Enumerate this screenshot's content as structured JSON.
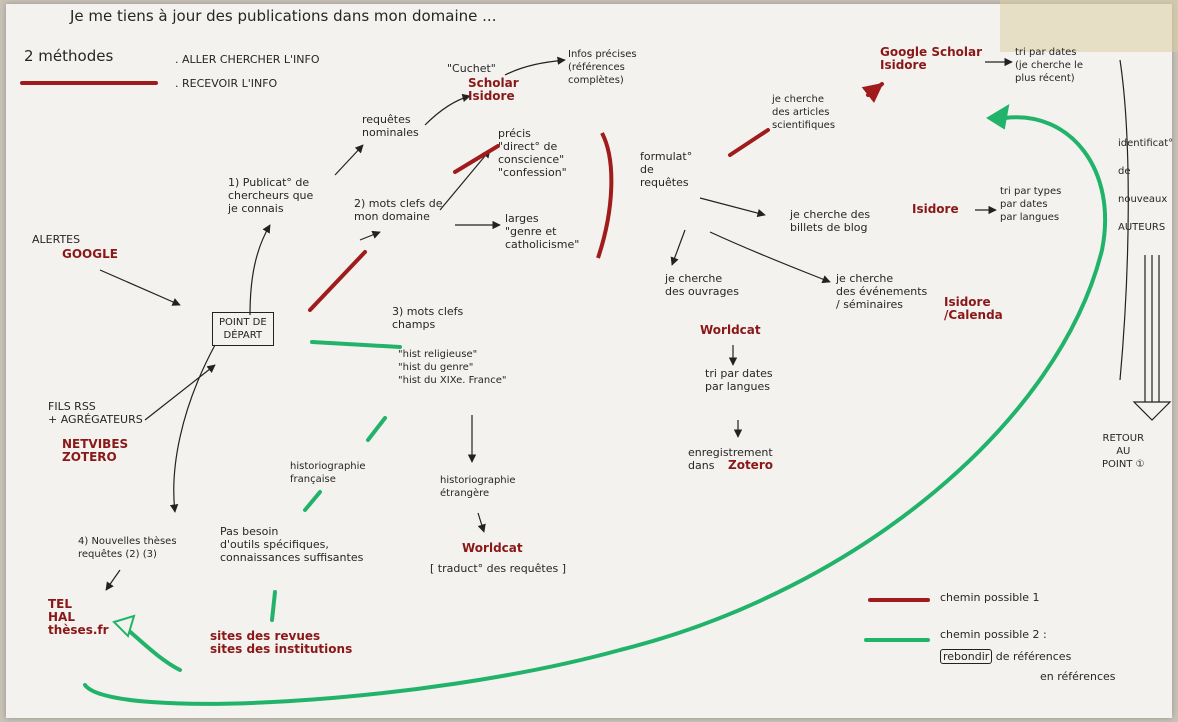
{
  "colors": {
    "red": "#a01c1c",
    "green": "#22b36a",
    "ink": "#222222",
    "paper": "#f4f2ee"
  },
  "title": "Je me tiens à jour des publications dans mon domaine ...",
  "methods": {
    "label": "2 méthodes",
    "items": [
      ". ALLER CHERCHER L'INFO",
      ". RECEVOIR L'INFO"
    ]
  },
  "nodes": {
    "start": "POINT DE\nDÉPART",
    "alertes_label": "ALERTES",
    "alertes_tool": "GOOGLE",
    "rss_label": "FILS RSS\n+ AGRÉGATEURS",
    "rss_tools": "NETVIBES\nZOTERO",
    "publi": "1) Publicat° de\nchercheurs que\nje connais",
    "req_nominales": "requêtes\nnominales",
    "cuchet": "\"Cuchet\"",
    "scholar_isidore": "Scholar\nIsidore",
    "infos_precises": "Infos précises\n(références\ncomplètes)",
    "motsclefs_domaine": "2) mots clefs de\nmon domaine",
    "precis": "précis\n\"direct° de\nconscience\"\n\"confession\"",
    "larges": "larges\n\"genre et\ncatholicisme\"",
    "formulation": "formulat°\nde\nrequêtes",
    "articles": "je cherche\ndes articles\nscientifiques",
    "google_scholar_isidore": "Google Scholar\nIsidore",
    "tri_dates": "tri par dates\n(je cherche le\nplus récent)",
    "billets": "je cherche des\nbillets de blog",
    "isidore": "Isidore",
    "tri_types": "tri par types\npar dates\npar langues",
    "ouvrages": "je cherche\ndes ouvrages",
    "worldcat_1": "Worldcat",
    "tri_dates_langues": "tri par dates\npar langues",
    "enregistrement": "enregistrement\ndans",
    "zotero": "Zotero",
    "evenements": "je cherche\ndes événements\n/ séminaires",
    "isidore_calenda": "Isidore\n/Calenda",
    "champs": "3) mots clefs\nchamps",
    "champs_list": "\"hist religieuse\"\n\"hist du genre\"\n\"hist du XIXe. France\"",
    "historio_fr": "historiographie\nfrançaise",
    "historio_etr": "historiographie\nétrangère",
    "pas_besoin": "Pas besoin\nd'outils spécifiques,\nconnaissances suffisantes",
    "sites": "sites des revues\nsites des institutions",
    "worldcat_2": "Worldcat",
    "traduction": "[ traduct° des requêtes ]",
    "theses": "4) Nouvelles thèses\nrequêtes (2) (3)",
    "tel_hal": "TEL\nHAL\nthèses.fr",
    "identification": "identificat°\nde\nnouveaux\nAUTEURS",
    "retour": "RETOUR\nAU\nPOINT ①"
  },
  "legend": {
    "path1": "chemin possible 1",
    "path2_a": "chemin possible 2 :",
    "path2_b": "rebondir",
    "path2_c": " de références",
    "path2_d": "en références"
  }
}
